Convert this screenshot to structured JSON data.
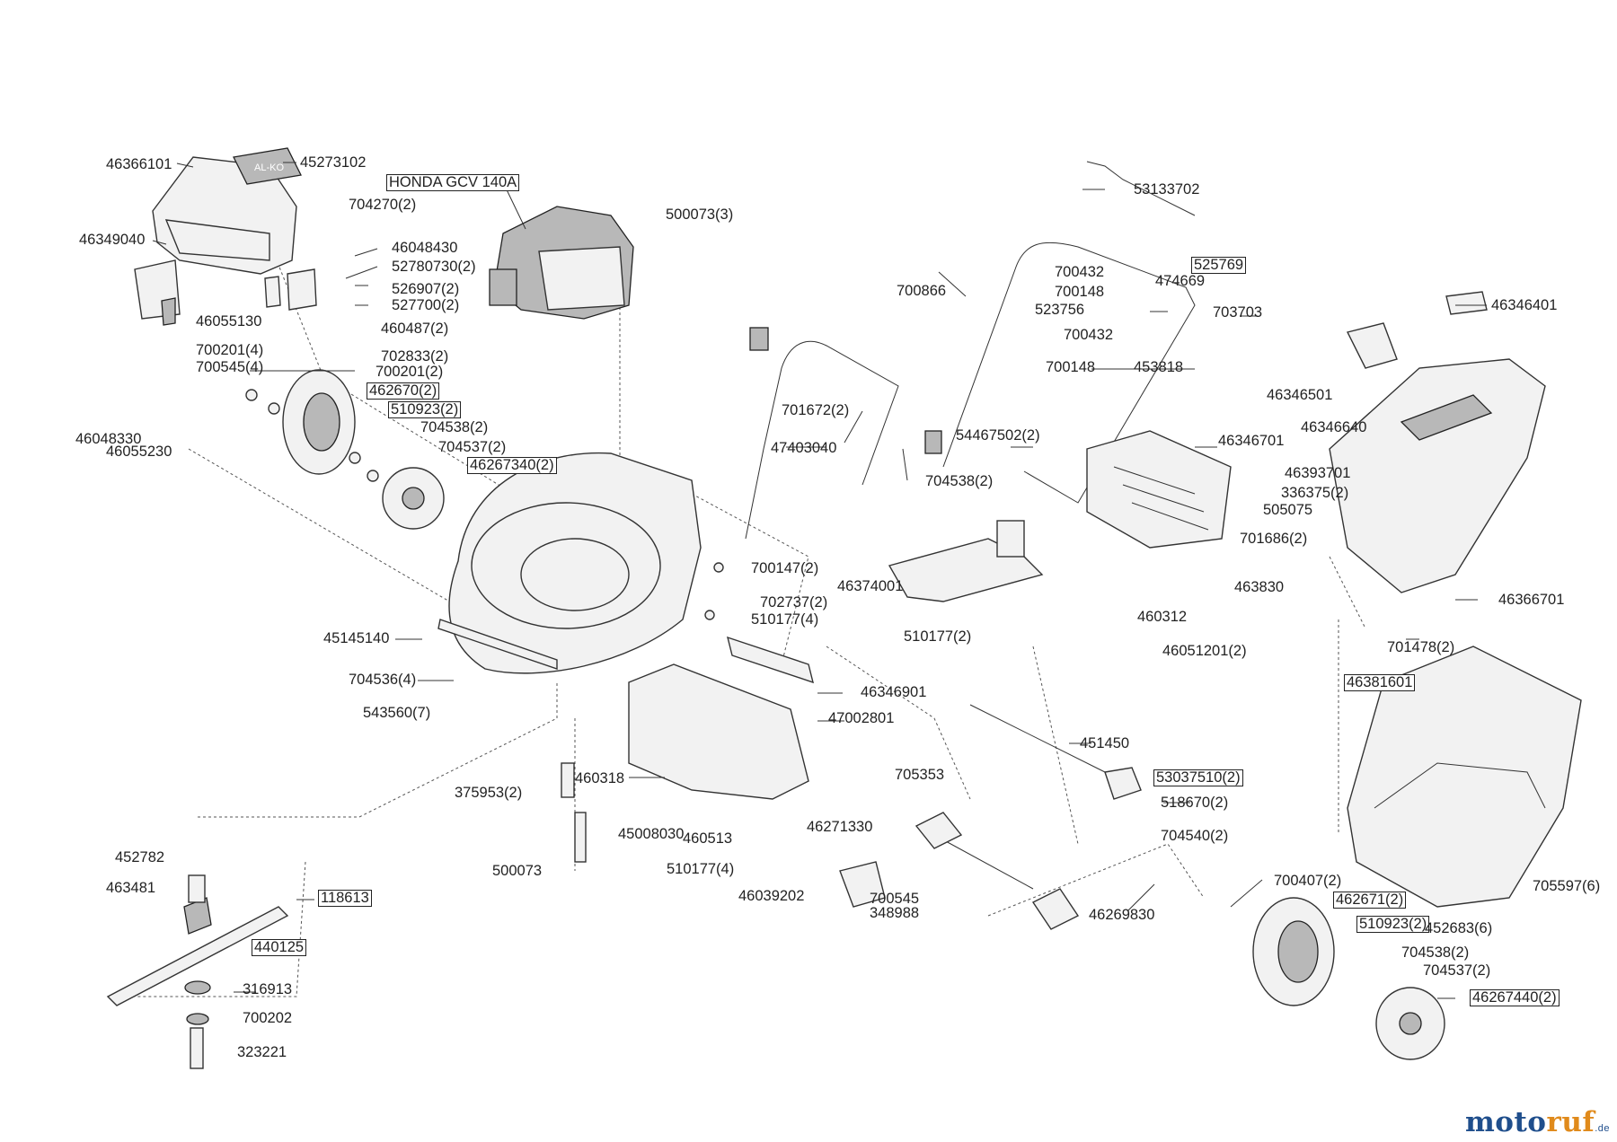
{
  "labels": [
    {
      "id": "p46366101",
      "text": "46366101",
      "boxed": false
    },
    {
      "id": "p45273102",
      "text": "45273102",
      "boxed": false
    },
    {
      "id": "honda",
      "text": "HONDA GCV 140A",
      "boxed": true
    },
    {
      "id": "p704270",
      "text": "704270(2)",
      "boxed": false
    },
    {
      "id": "p500073_3",
      "text": "500073(3)",
      "boxed": false
    },
    {
      "id": "p53133702",
      "text": "53133702",
      "boxed": false
    },
    {
      "id": "p46349040",
      "text": "46349040",
      "boxed": false
    },
    {
      "id": "p46048430",
      "text": "46048430",
      "boxed": false
    },
    {
      "id": "p52780730",
      "text": "52780730(2)",
      "boxed": false
    },
    {
      "id": "p526907",
      "text": "526907(2)",
      "boxed": false
    },
    {
      "id": "p527700",
      "text": "527700(2)",
      "boxed": false
    },
    {
      "id": "p46055130",
      "text": "46055130",
      "boxed": false
    },
    {
      "id": "p460487",
      "text": "460487(2)",
      "boxed": false
    },
    {
      "id": "p700201_4",
      "text": "700201(4)",
      "boxed": false
    },
    {
      "id": "p702833",
      "text": "702833(2)",
      "boxed": false
    },
    {
      "id": "p700545_4",
      "text": "700545(4)",
      "boxed": false
    },
    {
      "id": "p700201_2",
      "text": "700201(2)",
      "boxed": false
    },
    {
      "id": "p462670",
      "text": "462670(2)",
      "boxed": true
    },
    {
      "id": "p510923a",
      "text": "510923(2)",
      "boxed": true
    },
    {
      "id": "p704538a",
      "text": "704538(2)",
      "boxed": false
    },
    {
      "id": "p704537a",
      "text": "704537(2)",
      "boxed": false
    },
    {
      "id": "p46267340",
      "text": "46267340(2)",
      "boxed": true
    },
    {
      "id": "p46048330",
      "text": "46048330",
      "boxed": false
    },
    {
      "id": "p46055230",
      "text": "46055230",
      "boxed": false
    },
    {
      "id": "p700432a",
      "text": "700432",
      "boxed": false
    },
    {
      "id": "p525769",
      "text": "525769",
      "boxed": true
    },
    {
      "id": "p474669",
      "text": "474669",
      "boxed": false
    },
    {
      "id": "p700148a",
      "text": "700148",
      "boxed": false
    },
    {
      "id": "p700866",
      "text": "700866",
      "boxed": false
    },
    {
      "id": "p523756",
      "text": "523756",
      "boxed": false
    },
    {
      "id": "p703703",
      "text": "703703",
      "boxed": false
    },
    {
      "id": "p700432b",
      "text": "700432",
      "boxed": false
    },
    {
      "id": "p700148b",
      "text": "700148",
      "boxed": false
    },
    {
      "id": "p453818",
      "text": "453818",
      "boxed": false
    },
    {
      "id": "p46346401",
      "text": "46346401",
      "boxed": false
    },
    {
      "id": "p46346501",
      "text": "46346501",
      "boxed": false
    },
    {
      "id": "p46346640",
      "text": "46346640",
      "boxed": false
    },
    {
      "id": "p701672",
      "text": "701672(2)",
      "boxed": false
    },
    {
      "id": "p54467502",
      "text": "54467502(2)",
      "boxed": false
    },
    {
      "id": "p47403040",
      "text": "47403040",
      "boxed": false
    },
    {
      "id": "p704538b",
      "text": "704538(2)",
      "boxed": false
    },
    {
      "id": "p46346701",
      "text": "46346701",
      "boxed": false
    },
    {
      "id": "p46393701",
      "text": "46393701",
      "boxed": false
    },
    {
      "id": "p336375",
      "text": "336375(2)",
      "boxed": false
    },
    {
      "id": "p505075",
      "text": "505075",
      "boxed": false
    },
    {
      "id": "p701686",
      "text": "701686(2)",
      "boxed": false
    },
    {
      "id": "p700147",
      "text": "700147(2)",
      "boxed": false
    },
    {
      "id": "p702737",
      "text": "702737(2)",
      "boxed": false
    },
    {
      "id": "p46374001",
      "text": "46374001",
      "boxed": false
    },
    {
      "id": "p463830",
      "text": "463830",
      "boxed": false
    },
    {
      "id": "p46366701",
      "text": "46366701",
      "boxed": false
    },
    {
      "id": "p510177a",
      "text": "510177(4)",
      "boxed": false
    },
    {
      "id": "p460312",
      "text": "460312",
      "boxed": false
    },
    {
      "id": "p45145140",
      "text": "45145140",
      "boxed": false
    },
    {
      "id": "p510177b",
      "text": "510177(2)",
      "boxed": false
    },
    {
      "id": "p46051201",
      "text": "46051201(2)",
      "boxed": false
    },
    {
      "id": "p701478",
      "text": "701478(2)",
      "boxed": false
    },
    {
      "id": "p46381601",
      "text": "46381601",
      "boxed": true
    },
    {
      "id": "p704536",
      "text": "704536(4)",
      "boxed": false
    },
    {
      "id": "p46346901",
      "text": "46346901",
      "boxed": false
    },
    {
      "id": "p543560",
      "text": "543560(7)",
      "boxed": false
    },
    {
      "id": "p47002801",
      "text": "47002801",
      "boxed": false
    },
    {
      "id": "p451450",
      "text": "451450",
      "boxed": false
    },
    {
      "id": "p460318",
      "text": "460318",
      "boxed": false
    },
    {
      "id": "p705353",
      "text": "705353",
      "boxed": false
    },
    {
      "id": "p53037510",
      "text": "53037510(2)",
      "boxed": true
    },
    {
      "id": "p375953",
      "text": "375953(2)",
      "boxed": false
    },
    {
      "id": "p518670",
      "text": "518670(2)",
      "boxed": false
    },
    {
      "id": "p45008030",
      "text": "45008030",
      "boxed": false
    },
    {
      "id": "p460513",
      "text": "460513",
      "boxed": false
    },
    {
      "id": "p46271330",
      "text": "46271330",
      "boxed": false
    },
    {
      "id": "p704540",
      "text": "704540(2)",
      "boxed": false
    },
    {
      "id": "p452782",
      "text": "452782",
      "boxed": false
    },
    {
      "id": "p510177c",
      "text": "510177(4)",
      "boxed": false
    },
    {
      "id": "p500073",
      "text": "500073",
      "boxed": false
    },
    {
      "id": "p700407",
      "text": "700407(2)",
      "boxed": false
    },
    {
      "id": "p463481",
      "text": "463481",
      "boxed": false
    },
    {
      "id": "p462671",
      "text": "462671(2)",
      "boxed": true
    },
    {
      "id": "p705597",
      "text": "705597(6)",
      "boxed": false
    },
    {
      "id": "p46039202",
      "text": "46039202",
      "boxed": false
    },
    {
      "id": "p700545",
      "text": "700545",
      "boxed": false
    },
    {
      "id": "p118613",
      "text": "118613",
      "boxed": true
    },
    {
      "id": "p348988",
      "text": "348988",
      "boxed": false
    },
    {
      "id": "p46269830",
      "text": "46269830",
      "boxed": false
    },
    {
      "id": "p510923b",
      "text": "510923(2)",
      "boxed": true
    },
    {
      "id": "p452683",
      "text": "452683(6)",
      "boxed": false
    },
    {
      "id": "p440125",
      "text": "440125",
      "boxed": true
    },
    {
      "id": "p704538c",
      "text": "704538(2)",
      "boxed": false
    },
    {
      "id": "p704537b",
      "text": "704537(2)",
      "boxed": false
    },
    {
      "id": "p316913",
      "text": "316913",
      "boxed": false
    },
    {
      "id": "p46267440",
      "text": "46267440(2)",
      "boxed": true
    },
    {
      "id": "p700202",
      "text": "700202",
      "boxed": false
    },
    {
      "id": "p323221",
      "text": "323221",
      "boxed": false
    }
  ],
  "deck_logo": "AL-KO",
  "brand": {
    "part1": "moto",
    "part2": "ruf",
    "tld": ".de"
  }
}
